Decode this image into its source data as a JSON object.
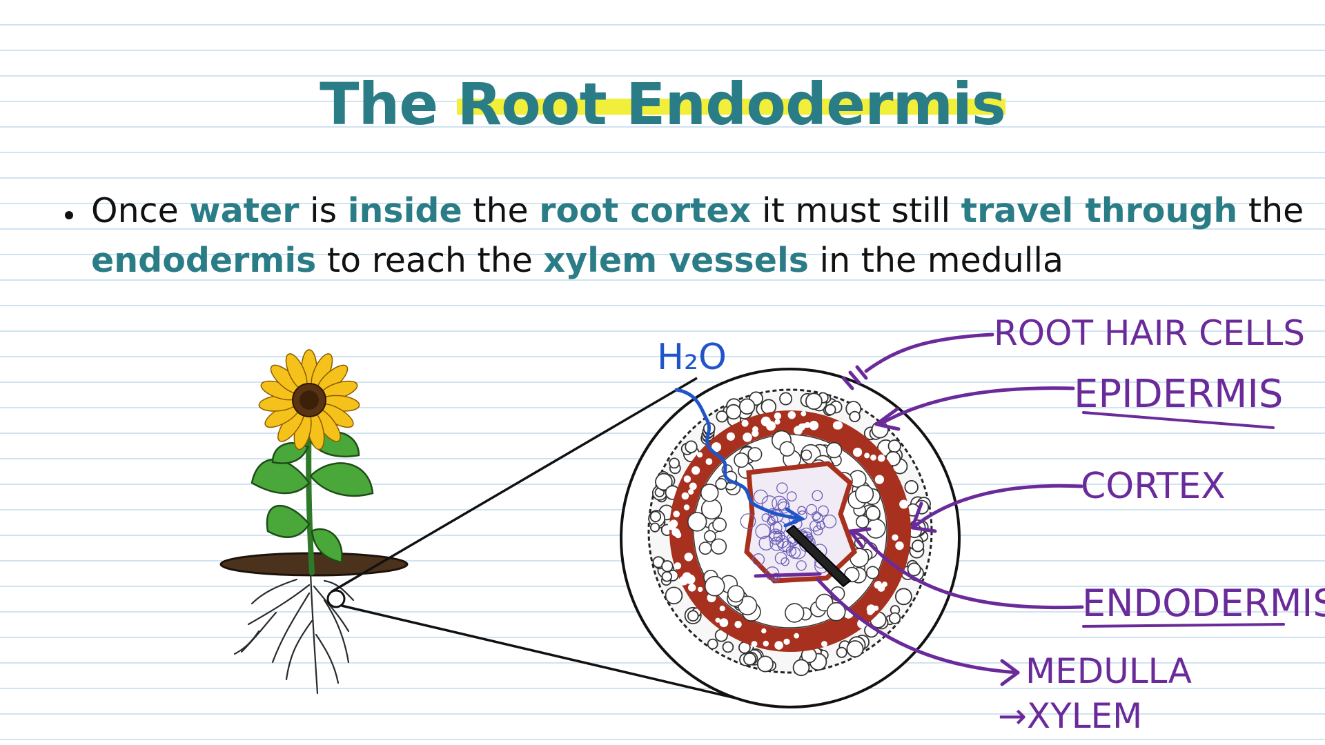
{
  "title": {
    "part1": "The ",
    "highlight": "Root Endodermis"
  },
  "bullet": {
    "s1": "Once ",
    "b1": "water",
    "s2": " is ",
    "b2": "inside",
    "s3": " the ",
    "b3": "root cortex",
    "s4": " it must still ",
    "b4": "travel through",
    "s5": " the ",
    "b5": "endodermis",
    "s6": " to reach the ",
    "b6": "xylem vessels",
    "s7": " in the medulla"
  },
  "annotations": {
    "water": "H₂O",
    "root_hair_cells": "ROOT HAIR CELLS",
    "epidermis": "EPIDERMIS",
    "cortex": "CORTEX",
    "endodermis": "ENDODERMIS",
    "medulla": "MEDULLA",
    "xylem": "→XYLEM"
  },
  "colors": {
    "accent": "#2a7c86",
    "highlight": "#f2ef3a",
    "annotation": "#6a2a9a",
    "water": "#1f55c9",
    "endodermis_ring": "#a8301e"
  }
}
